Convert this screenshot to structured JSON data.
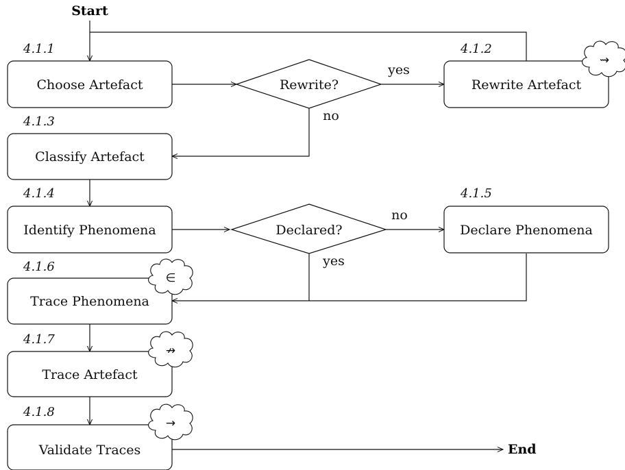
{
  "terminals": {
    "start": "Start",
    "end": "End"
  },
  "steps": [
    {
      "id": "4.1.1",
      "label": "Choose Artefact"
    },
    {
      "id": "4.1.2",
      "label": "Rewrite Artefact"
    },
    {
      "id": "4.1.3",
      "label": "Classify Artefact"
    },
    {
      "id": "4.1.4",
      "label": "Identify Phenomena"
    },
    {
      "id": "4.1.5",
      "label": "Declare Phenomena"
    },
    {
      "id": "4.1.6",
      "label": "Trace Phenomena"
    },
    {
      "id": "4.1.7",
      "label": "Trace Artefact"
    },
    {
      "id": "4.1.8",
      "label": "Validate Traces"
    }
  ],
  "decisions": [
    {
      "label": "Rewrite?",
      "yes": "yes",
      "no": "no"
    },
    {
      "label": "Declared?",
      "yes": "yes",
      "no": "no"
    }
  ],
  "cloud_symbols": {
    "rewrite_artefact": "⇝",
    "trace_phenomena": "∈",
    "trace_artefact": "↛",
    "validate_traces": "→"
  }
}
